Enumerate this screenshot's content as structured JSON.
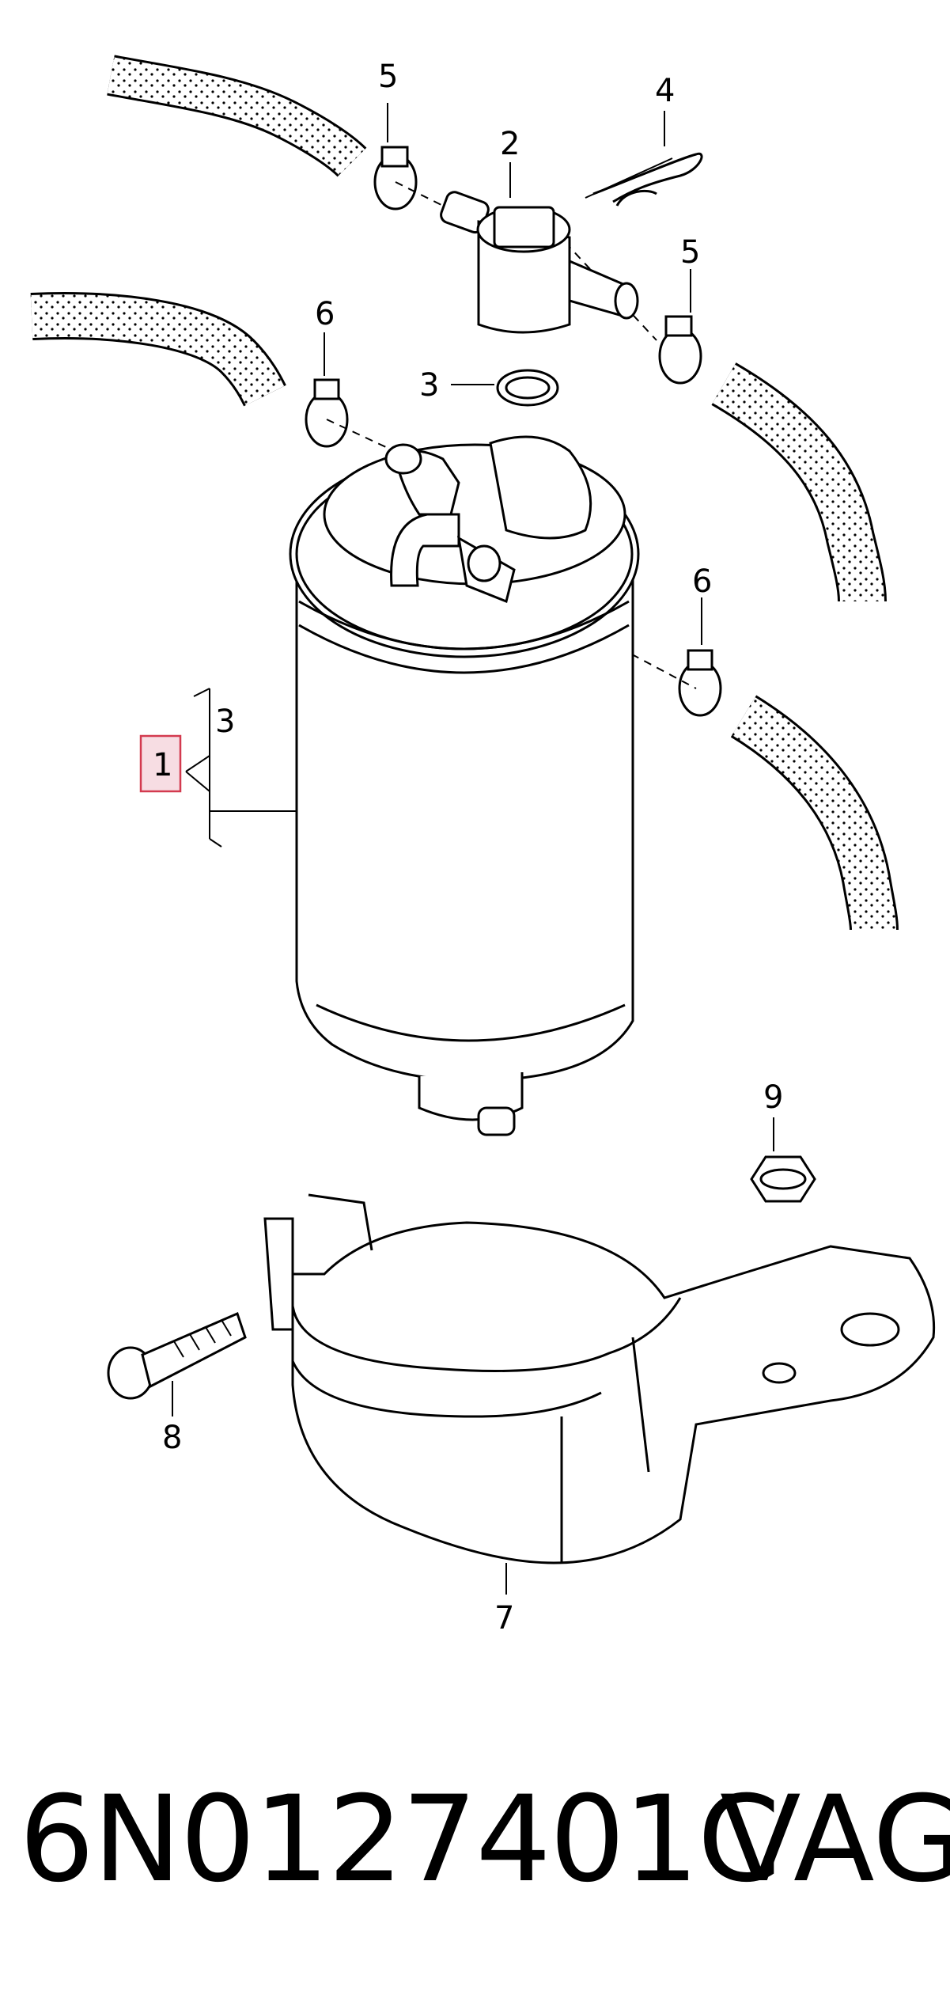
{
  "callouts": {
    "c1": "1",
    "c2": "2",
    "c3a": "3",
    "c3b": "3",
    "c4": "4",
    "c5a": "5",
    "c5b": "5",
    "c6a": "6",
    "c6b": "6",
    "c7": "7",
    "c8": "8",
    "c9": "9"
  },
  "footer": {
    "part_number": "6N0127401C",
    "brand": "VAG"
  },
  "colors": {
    "highlight_fill": "#f7dde3",
    "highlight_border": "#d33a4f",
    "ink": "#000000"
  }
}
